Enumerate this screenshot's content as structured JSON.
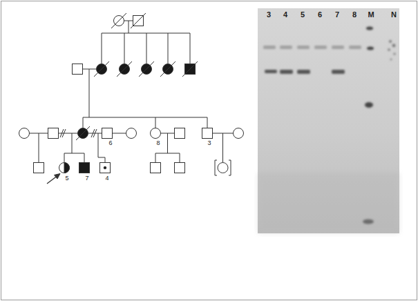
{
  "diagram": {
    "labels": [
      "6",
      "8",
      "3",
      "5",
      "7",
      "4",
      "3",
      "4",
      "5",
      "6",
      "7",
      "8",
      "M",
      "N"
    ]
  }
}
